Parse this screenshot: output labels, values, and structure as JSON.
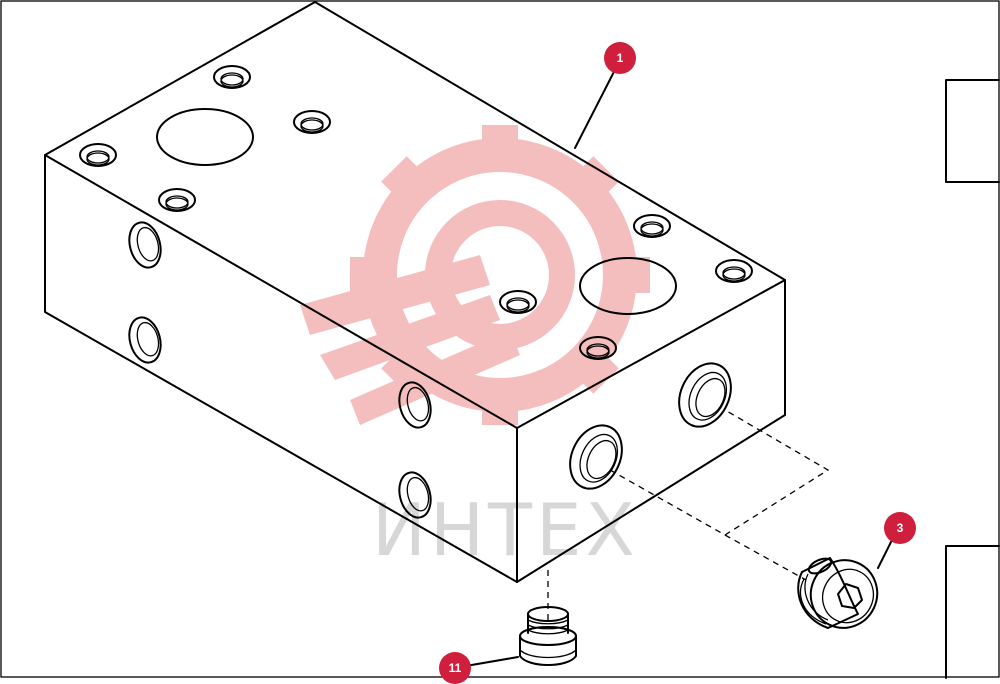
{
  "watermark": {
    "text": "ИНТЕХ",
    "gear_color": "#f4b3b3",
    "text_color": "#d7d7d7"
  },
  "callouts": [
    {
      "label": "1",
      "part": "manifold-block"
    },
    {
      "label": "3",
      "part": "hex-socket-plug"
    },
    {
      "label": "11",
      "part": "bottom-plug"
    }
  ],
  "colors": {
    "callout": "#d01f3c",
    "line": "#000000",
    "background": "#ffffff"
  }
}
